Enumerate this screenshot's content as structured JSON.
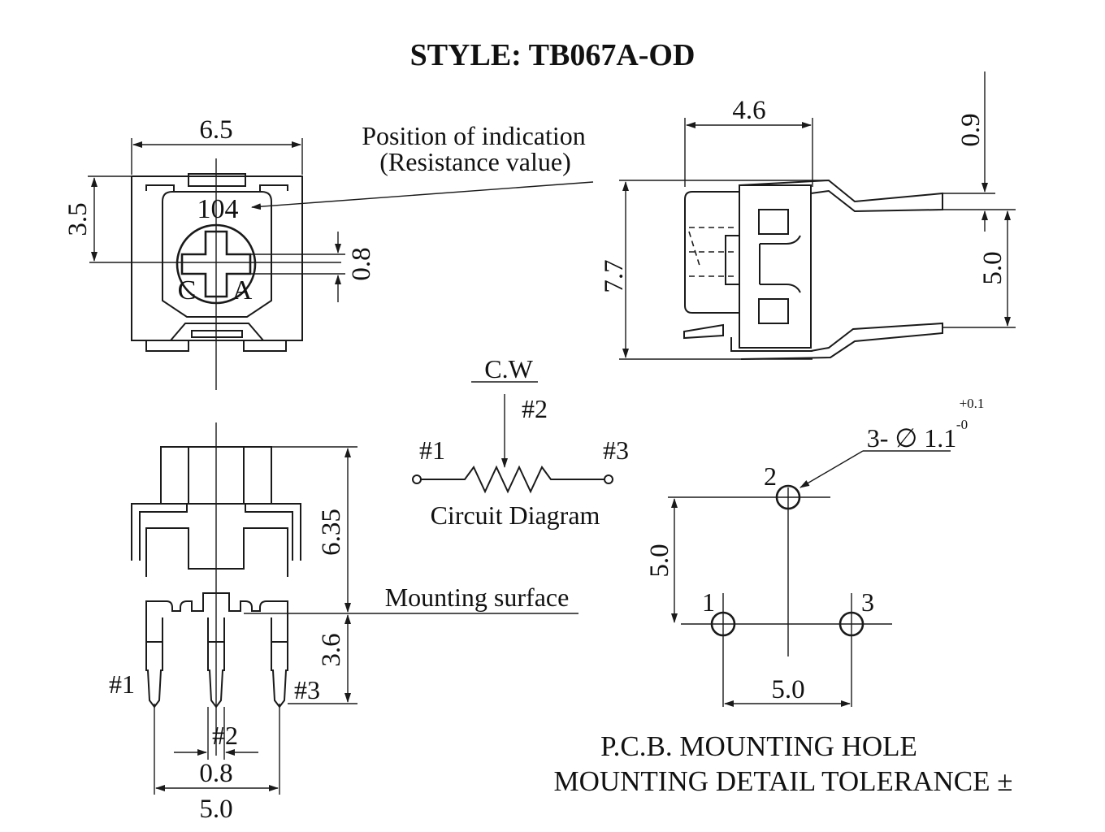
{
  "title": "STYLE: TB067A-OD",
  "top_left": {
    "width_dim": "6.5",
    "height_dim": "3.5",
    "slot_dim": "0.8",
    "marking": "104",
    "label_c": "C",
    "label_a": "A",
    "callout_line1": "Position of indication",
    "callout_line2": "(Resistance value)"
  },
  "top_right": {
    "width_dim": "4.6",
    "top_offset_dim": "0.9",
    "pin_pitch_dim": "5.0",
    "height_dim": "7.7"
  },
  "bottom_left": {
    "height_upper_dim": "6.35",
    "height_lower_dim": "3.6",
    "mounting_surface": "Mounting surface",
    "pin1": "#1",
    "pin2": "#2",
    "pin3": "#3",
    "pin_width_dim": "0.8",
    "pin_span_dim": "5.0"
  },
  "circuit": {
    "direction": "C.W",
    "pin1": "#1",
    "pin2": "#2",
    "pin3": "#3",
    "caption": "Circuit Diagram"
  },
  "pcb": {
    "hole_callout": "3- ∅ 1.1",
    "tol_plus": "+0.1",
    "tol_minus": "-0",
    "hole1": "1",
    "hole2": "2",
    "hole3": "3",
    "vertical_dim": "5.0",
    "horizontal_dim": "5.0",
    "caption_line1": "P.C.B. MOUNTING HOLE",
    "caption_line2": "MOUNTING DETAIL TOLERANCE ±"
  }
}
